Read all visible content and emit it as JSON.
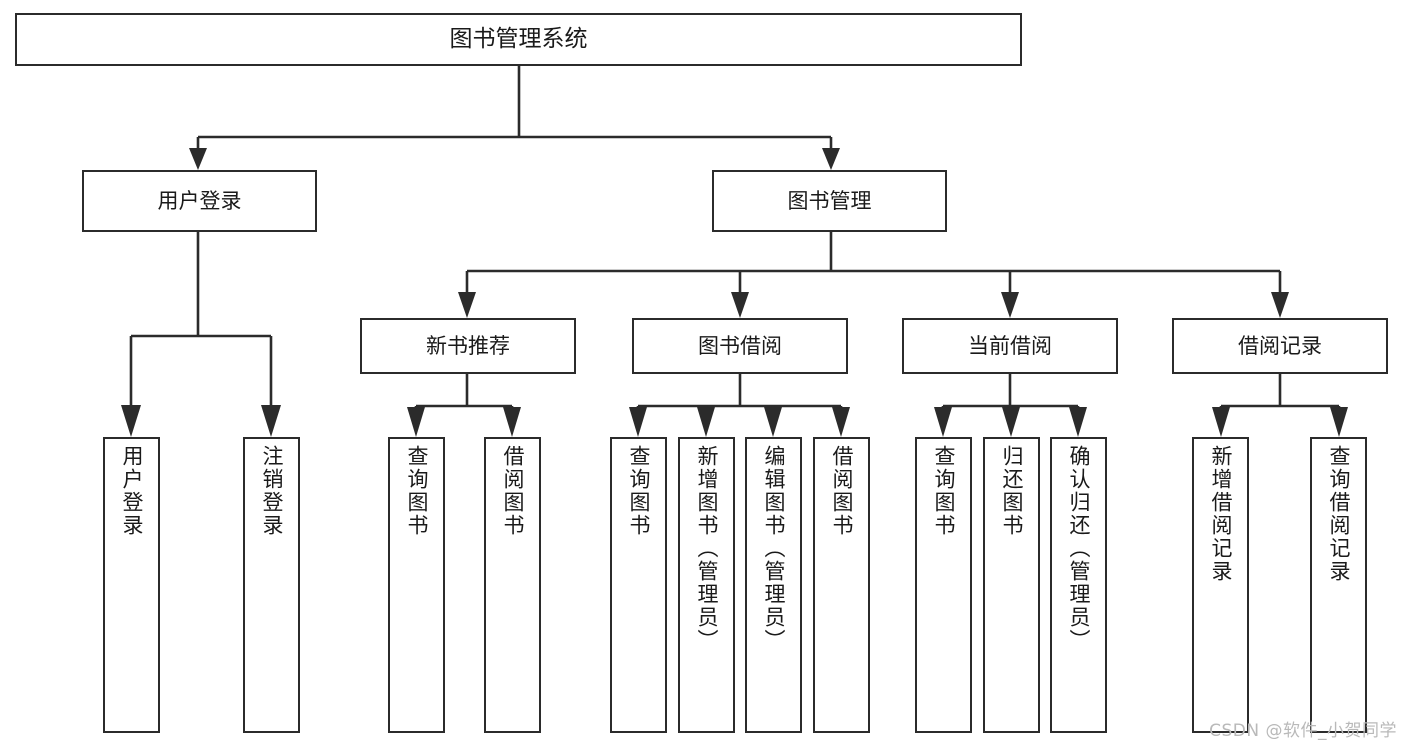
{
  "diagram": {
    "title": "图书管理系统",
    "type": "hierarchy-tree",
    "watermark": "CSDN @软件_小贺同学",
    "colors": {
      "background": "#ffffff",
      "box_border": "#2b2b2b",
      "box_fill": "#ffffff",
      "text": "#1a1a1a",
      "connector": "#2b2b2b",
      "watermark": "#b9b9b9"
    },
    "nodes": {
      "root": {
        "label": "图书管理系统"
      },
      "level1": [
        {
          "id": "user-login",
          "label": "用户登录"
        },
        {
          "id": "book-manage",
          "label": "图书管理"
        }
      ],
      "level2": [
        {
          "id": "new-book-rec",
          "label": "新书推荐"
        },
        {
          "id": "book-borrow",
          "label": "图书借阅"
        },
        {
          "id": "current-borrow",
          "label": "当前借阅"
        },
        {
          "id": "borrow-record",
          "label": "借阅记录"
        }
      ],
      "leaves": {
        "user_login": [
          {
            "id": "leaf-user-login",
            "label": "用户登录"
          },
          {
            "id": "leaf-user-logout",
            "label": "注销登录"
          }
        ],
        "new_book_rec": [
          {
            "id": "leaf-query-book-1",
            "label": "查询图书"
          },
          {
            "id": "leaf-borrow-book-1",
            "label": "借阅图书"
          }
        ],
        "book_borrow": [
          {
            "id": "leaf-query-book-2",
            "label": "查询图书"
          },
          {
            "id": "leaf-add-book",
            "label": "新增图书（管理员）"
          },
          {
            "id": "leaf-edit-book",
            "label": "编辑图书（管理员）"
          },
          {
            "id": "leaf-borrow-book-2",
            "label": "借阅图书"
          }
        ],
        "current_borrow": [
          {
            "id": "leaf-query-book-3",
            "label": "查询图书"
          },
          {
            "id": "leaf-return-book",
            "label": "归还图书"
          },
          {
            "id": "leaf-confirm-return",
            "label": "确认归还（管理员）"
          }
        ],
        "borrow_record": [
          {
            "id": "leaf-add-record",
            "label": "新增借阅记录"
          },
          {
            "id": "leaf-query-record",
            "label": "查询借阅记录"
          }
        ]
      }
    }
  }
}
